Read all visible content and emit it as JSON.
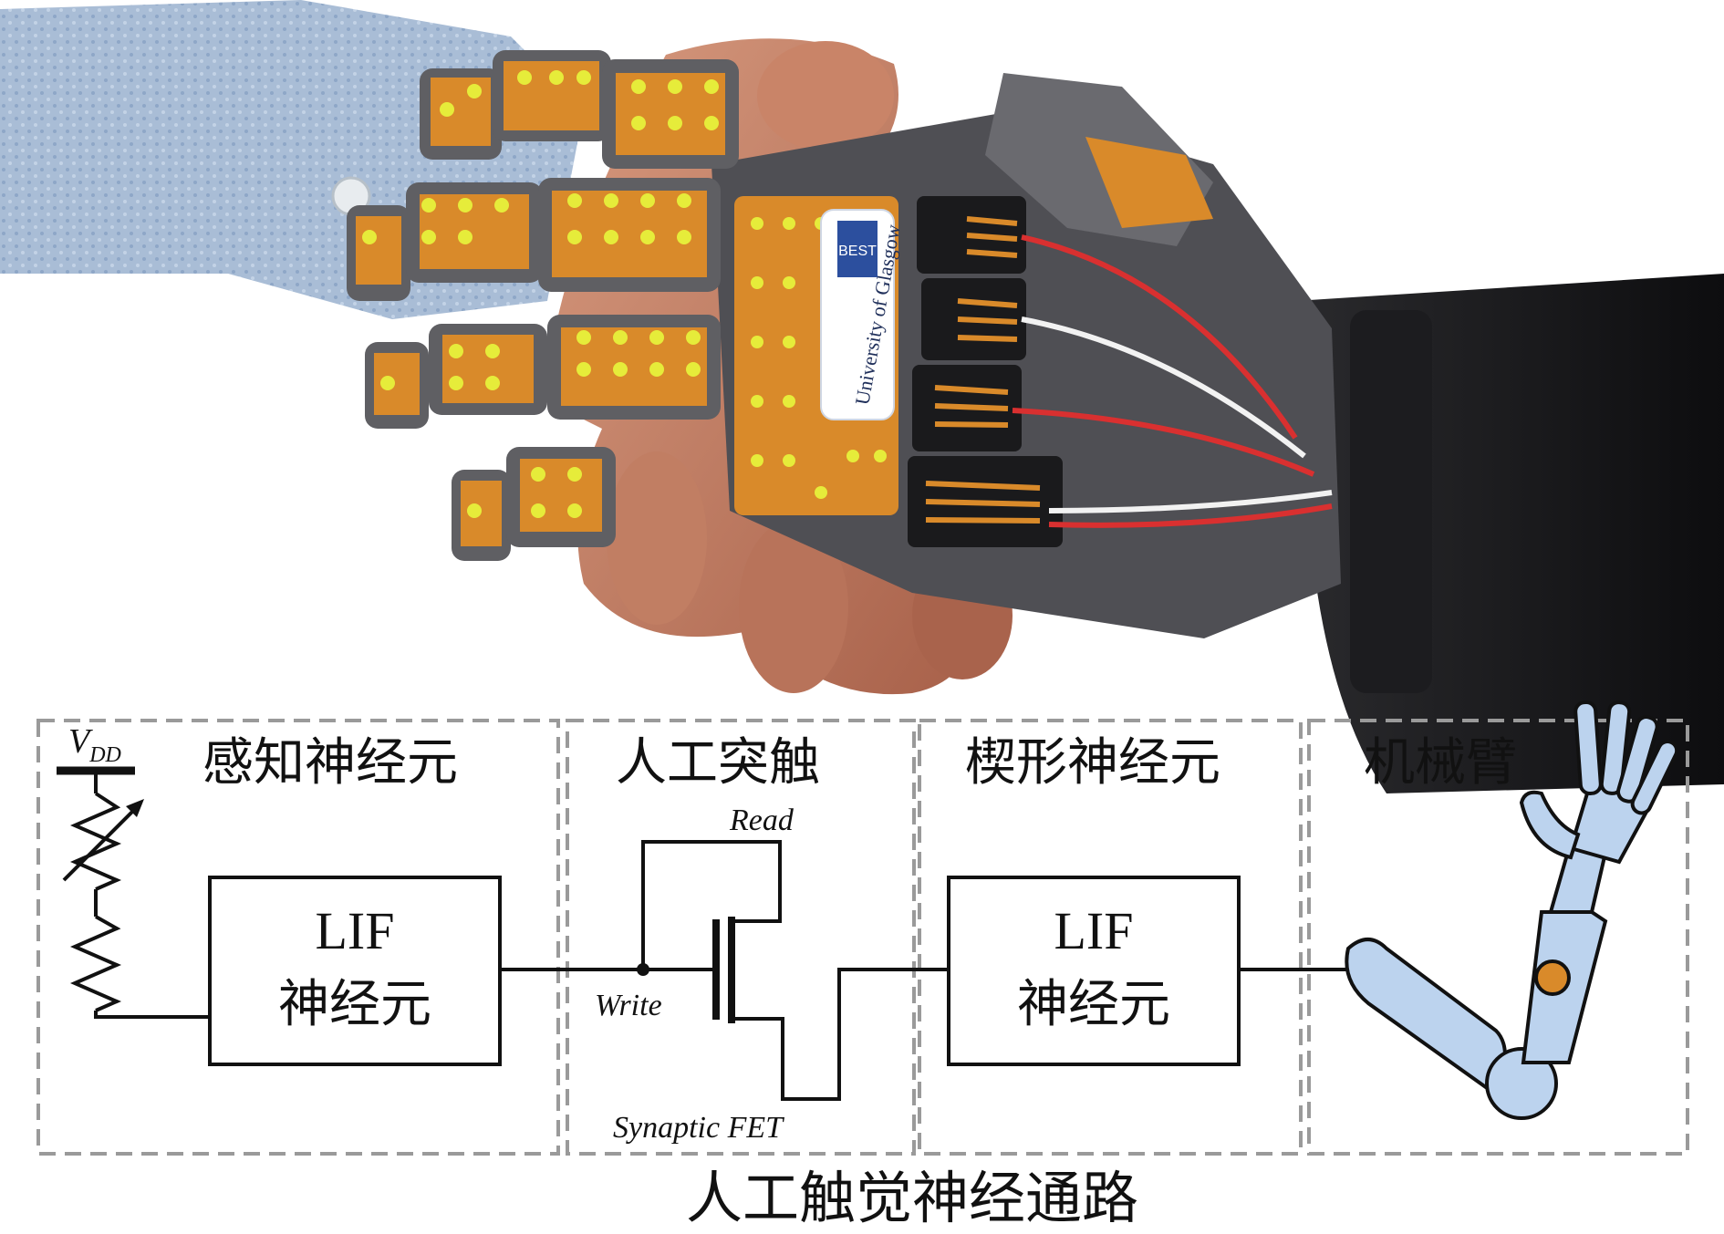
{
  "photo": {
    "logo_text": "University of Glasgow",
    "logo_badge": "BEST"
  },
  "sections": {
    "sensory_neuron": {
      "title": "感知神经元"
    },
    "artificial_synapse": {
      "title": "人工突触"
    },
    "wedge_neuron": {
      "title": "楔形神经元"
    },
    "robotic_arm": {
      "title": "机械臂"
    }
  },
  "circuit": {
    "vdd_label": "V",
    "vdd_sub": "DD",
    "lif1_line1": "LIF",
    "lif1_line2": "神经元",
    "lif2_line1": "LIF",
    "lif2_line2": "神经元",
    "read_label": "Read",
    "write_label": "Write",
    "fet_label": "Synaptic FET"
  },
  "caption": "人工触觉神经通路",
  "colors": {
    "glove_orange": "#d98a2a",
    "sensor_yellow": "#e6ec3a",
    "glove_gray": "#5f5f63",
    "sleeve_blue": "#a9bdd6",
    "arm_blue": "#bcd3ee",
    "box_dash": "#9a9a9a"
  }
}
